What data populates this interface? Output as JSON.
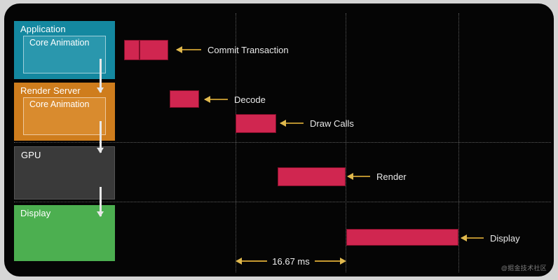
{
  "figure": {
    "background": "#050505",
    "page_background": "#d6d6d6",
    "bar_color": "#d02650",
    "arrow_color": "#e0b94e",
    "grid_color": "#6d6d6d"
  },
  "layers": [
    {
      "id": "application",
      "title": "Application",
      "color": "#1488a0",
      "inner": {
        "label": "Core Animation",
        "color": "#2a97ad"
      }
    },
    {
      "id": "render-server",
      "title": "Render Server",
      "color": "#cf7d1d",
      "inner": {
        "label": "Core Animation",
        "color": "#d98b2e"
      }
    },
    {
      "id": "gpu",
      "title": "GPU",
      "color": "#3a3a3a",
      "inner": null
    },
    {
      "id": "display",
      "title": "Display",
      "color": "#4caf50",
      "inner": null
    }
  ],
  "phases": [
    {
      "id": "commit-transaction",
      "label": "Commit Transaction",
      "lane": "application",
      "segments": 2
    },
    {
      "id": "decode",
      "label": "Decode",
      "lane": "render-server",
      "segments": 1
    },
    {
      "id": "draw-calls",
      "label": "Draw Calls",
      "lane": "render-server",
      "segments": 1
    },
    {
      "id": "render",
      "label": "Render",
      "lane": "gpu",
      "segments": 1
    },
    {
      "id": "display",
      "label": "Display",
      "lane": "display",
      "segments": 1
    }
  ],
  "measure": {
    "label": "16.67 ms"
  },
  "watermark": {
    "text": "@掘金技术社区"
  }
}
